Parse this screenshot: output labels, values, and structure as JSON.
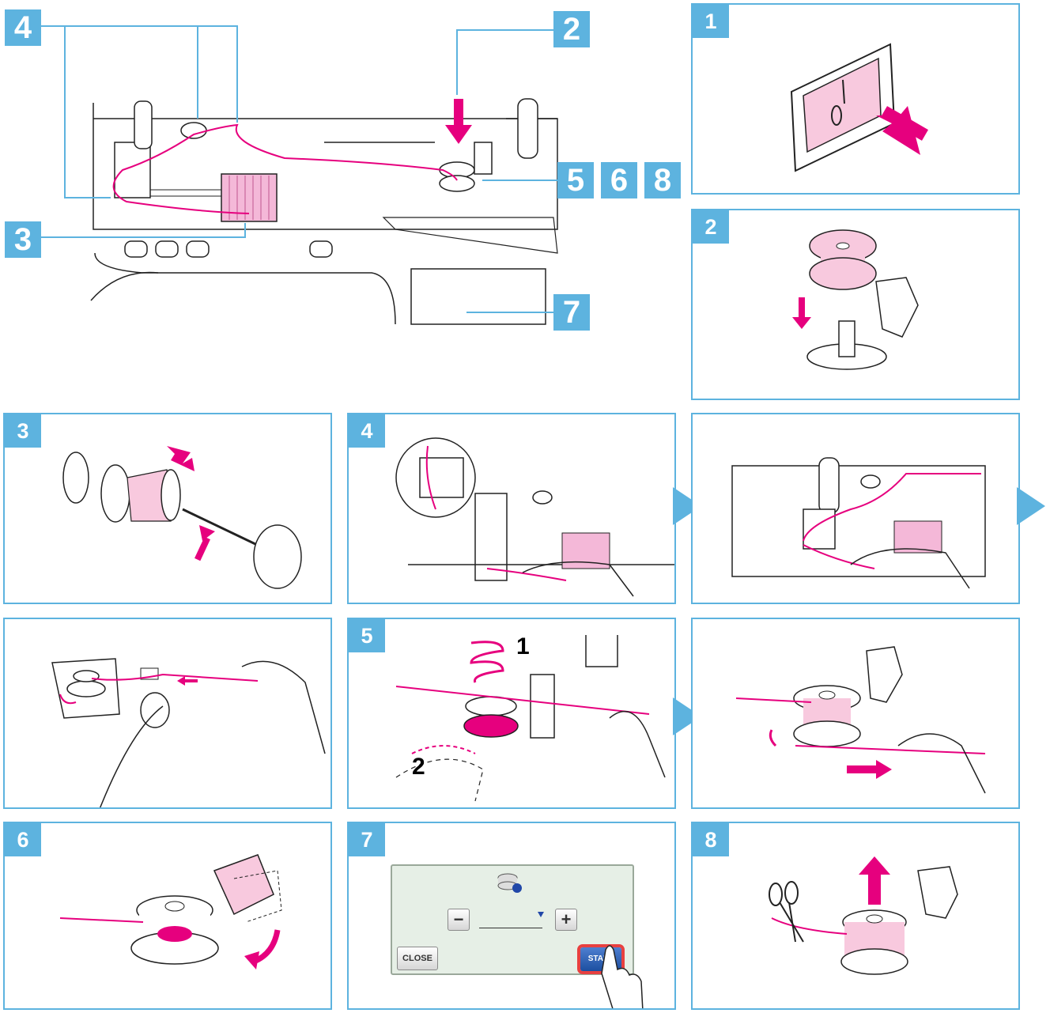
{
  "overview": {
    "callouts": [
      "4",
      "2",
      "3",
      "5",
      "6",
      "8",
      "7"
    ]
  },
  "steps": {
    "s1": "1",
    "s2": "2",
    "s3": "3",
    "s4": "4",
    "s5": "5",
    "s6": "6",
    "s7": "7",
    "s8": "8"
  },
  "step5_sublabels": [
    "1",
    "2"
  ],
  "screen": {
    "close_label": "CLOSE",
    "start_label": "START",
    "minus": "−",
    "plus": "+"
  },
  "colors": {
    "accent": "#5db3df",
    "thread": "#e6007e"
  }
}
